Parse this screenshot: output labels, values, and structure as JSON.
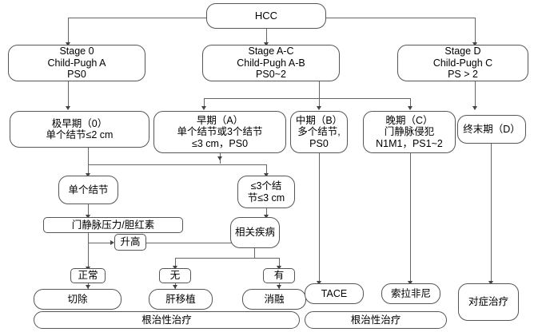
{
  "diagram": {
    "title": "HCC staging and treatment algorithm flowchart",
    "root": {
      "label": "HCC"
    },
    "stages": [
      {
        "l1": "Stage 0",
        "l2": "Child-Pugh A",
        "l3": "PS0"
      },
      {
        "l1": "Stage A-C",
        "l2": "Child-Pugh A-B",
        "l3": "PS0~2"
      },
      {
        "l1": "Stage D",
        "l2": "Child-Pugh C",
        "l3": "PS > 2"
      }
    ],
    "phases": [
      {
        "l1": "极早期（0）",
        "l2": "单个结节≤2 cm",
        "l3": ""
      },
      {
        "l1": "早期（A）",
        "l2": "单个结节或3个结节",
        "l3": "≤3 cm，PS0"
      },
      {
        "l1": "中期（B）",
        "l2": "多个结节,",
        "l3": "PS0"
      },
      {
        "l1": "晚期（C）",
        "l2": "门静脉侵犯",
        "l3": "N1M1，PS1~2"
      },
      {
        "l1": "终末期（D）",
        "l2": "",
        "l3": ""
      }
    ],
    "criteria": {
      "single_nodule": "单个结节",
      "three_nodules_l1": "≤3个结",
      "three_nodules_l2": "节≤3 cm",
      "portal_pressure": "门静脉压力/胆红素",
      "elevated": "升高",
      "related_disease": "相关疾病"
    },
    "conditions": {
      "normal": "正常",
      "absent": "无",
      "present": "有"
    },
    "treatments": {
      "resection": "切除",
      "transplant": "肝移植",
      "ablation": "消融",
      "tace": "TACE",
      "sorafenib": "索拉非尼",
      "symptomatic": "对症治疗"
    },
    "outcomes": {
      "curative_left": "根治性治疗",
      "curative_right": "根治性治疗"
    }
  }
}
